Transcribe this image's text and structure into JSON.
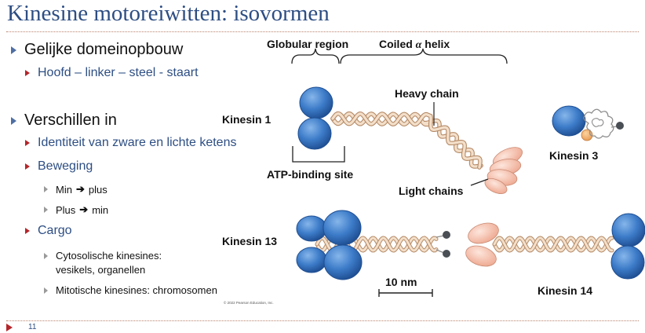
{
  "slide": {
    "title": "Kinesine motoreiwitten: isovormen",
    "page_number": "11"
  },
  "bullets": {
    "b1": "Gelijke domeinopbouw",
    "b1_1": "Hoofd – linker – steel - staart",
    "b2": "Verschillen in",
    "b2_1": "Identiteit van zware en lichte ketens",
    "b2_2": "Beweging",
    "b2_2_1_a": "Min",
    "b2_2_1_b": "plus",
    "b2_2_2_a": "Plus",
    "b2_2_2_b": "min",
    "b2_3": "Cargo",
    "b2_3_1": "Cytosolische kinesines: vesikels, organellen",
    "b2_3_2": "Mitotische kinesines: chromosomen"
  },
  "arrow_glyph": "➔",
  "figure": {
    "globular_region": "Globular region",
    "coiled_prefix": "Coiled ",
    "coiled_alpha": "α",
    "coiled_suffix": " helix",
    "heavy_chain": "Heavy chain",
    "kinesin1": "Kinesin 1",
    "kinesin3": "Kinesin 3",
    "kinesin13": "Kinesin 13",
    "kinesin14": "Kinesin 14",
    "atp_binding_site": "ATP-binding site",
    "light_chains": "Light chains",
    "scale_bar": "10 nm",
    "copyright": "© 2022 Pearson Education, Inc."
  },
  "colors": {
    "title": "#2d4e83",
    "motor_head": "#3d7cc9",
    "light_chain": "#f6c9b8",
    "coil_stroke": "#b58a66",
    "bullet_l1": "#4f6fa3",
    "bullet_l2": "#b3262b"
  }
}
